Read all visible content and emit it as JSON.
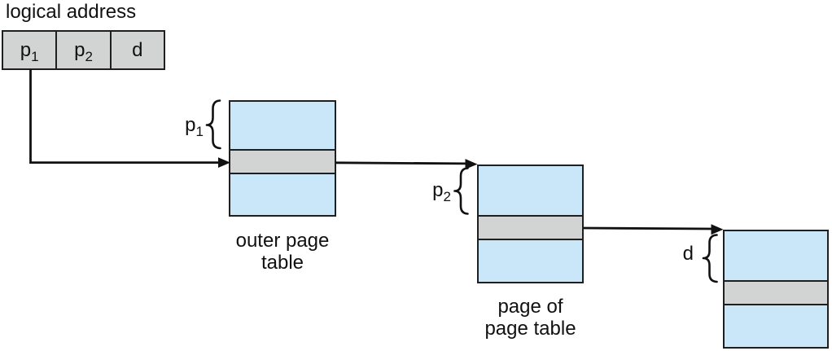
{
  "title": "logical address",
  "colors": {
    "table_fill": "#c9e7f8",
    "highlight_fill": "#d2d4d4",
    "address_fill": "#d2d4d4",
    "border": "#1f1f1f",
    "line": "#111111",
    "text": "#111111",
    "background": "#ffffff"
  },
  "logical_address": {
    "cells": [
      {
        "base": "p",
        "sub": "1"
      },
      {
        "base": "p",
        "sub": "2"
      },
      {
        "base": "d",
        "sub": ""
      }
    ]
  },
  "tables": {
    "outer": {
      "caption_line1": "outer page",
      "caption_line2": "table",
      "index": {
        "base": "p",
        "sub": "1"
      }
    },
    "middle": {
      "caption_line1": "page of",
      "caption_line2": "page table",
      "index": {
        "base": "p",
        "sub": "2"
      }
    },
    "final": {
      "index": {
        "base": "d",
        "sub": ""
      }
    }
  }
}
